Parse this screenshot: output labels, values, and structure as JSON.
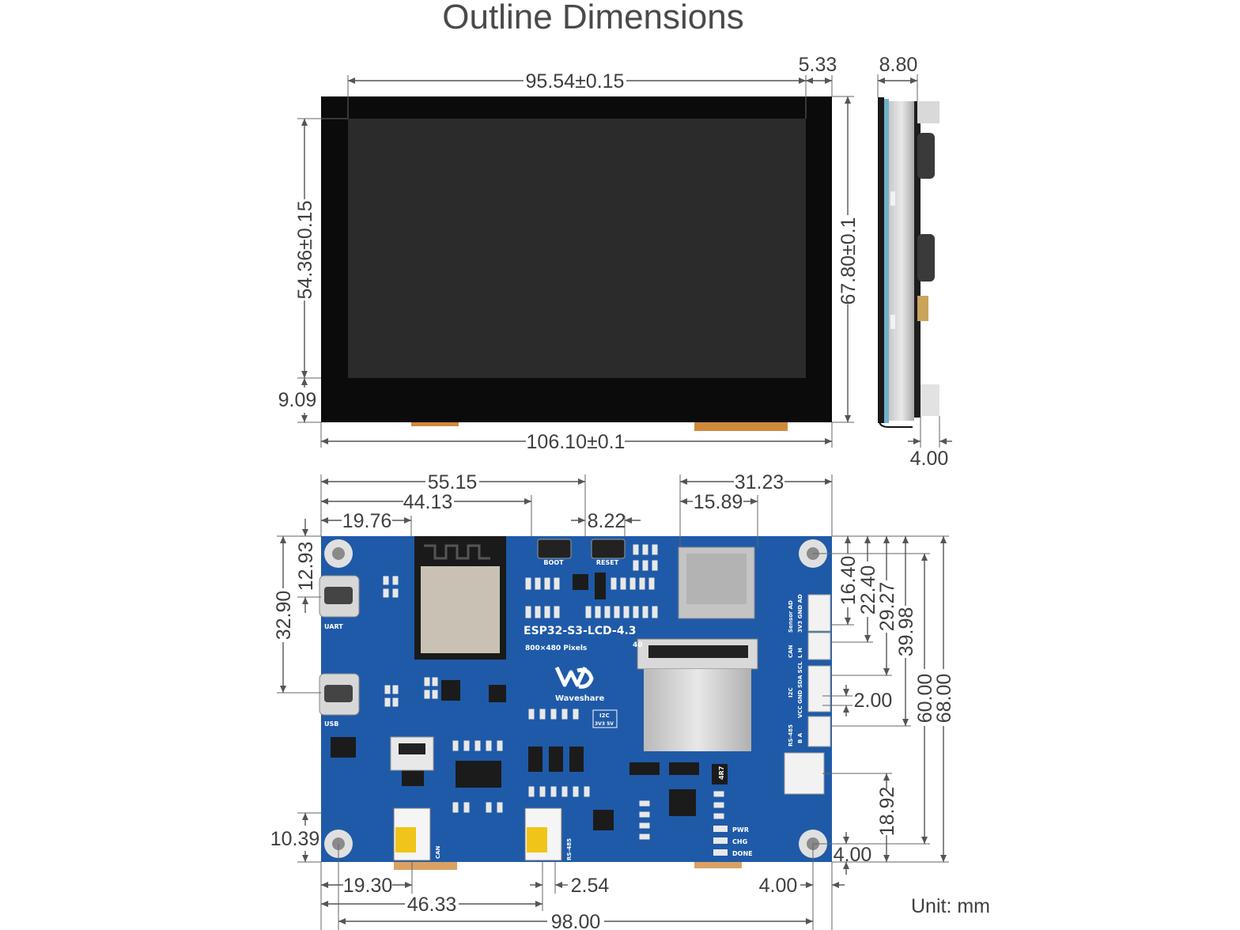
{
  "title": "Outline Dimensions",
  "unit_label": "Unit: mm",
  "front_view": {
    "screen_width": "95.54±0.15",
    "right_border": "5.33",
    "screen_height": "54.36±0.15",
    "bottom_border": "9.09",
    "total_height": "67.80±0.1",
    "total_width": "106.10±0.1"
  },
  "side_view": {
    "thickness": "8.80",
    "connector_depth": "4.00"
  },
  "back_view": {
    "d_55_15": "55.15",
    "d_44_13": "44.13",
    "d_19_76": "19.76",
    "d_8_22": "8.22",
    "d_31_23": "31.23",
    "d_15_89": "15.89",
    "d_12_93": "12.93",
    "d_32_90": "32.90",
    "d_16_40": "16.40",
    "d_22_40": "22.40",
    "d_29_27": "29.27",
    "d_39_98": "39.98",
    "d_2_00": "2.00",
    "d_60_00": "60.00",
    "d_68_00": "68.00",
    "d_18_92": "18.92",
    "d_10_39": "10.39",
    "d_4_00_right": "4.00",
    "d_19_30": "19.30",
    "d_46_33": "46.33",
    "d_2_54": "2.54",
    "d_4_00_bottom": "4.00",
    "d_98_00": "98.00"
  },
  "board_silkscreen": {
    "model": "ESP32-S3-LCD-4.3",
    "resolution": "800×480 Pixels",
    "brand": "Waveshare",
    "boot": "BOOT",
    "reset": "RESET",
    "uart": "UART",
    "usb": "USB",
    "sensor_ad": "Sensor AD",
    "sensor_pins": "3V3 GND AD",
    "can": "CAN",
    "can_pins": "L H",
    "i2c": "I2C",
    "i2c_pins": "VCC GND SDA SCL",
    "rs485": "RS-485",
    "rs485_pins": "B A",
    "i2c_small": "I2C",
    "i2c_small_pins": "3V3 5V",
    "pwr": "PWR",
    "chg": "CHG",
    "done": "DONE",
    "can_small": "CAN",
    "rs485_small": "RS-485",
    "pin_40": "40",
    "inductor": "4R7"
  },
  "colors": {
    "pcb_blue": "#1f5aa8",
    "bezel_black": "#0b0b0b",
    "screen_dark": "#2a2a2a",
    "connector_white": "#f2f2f2",
    "fpc_amber": "#d18a3c",
    "dimension_text": "#3f3f3f"
  }
}
